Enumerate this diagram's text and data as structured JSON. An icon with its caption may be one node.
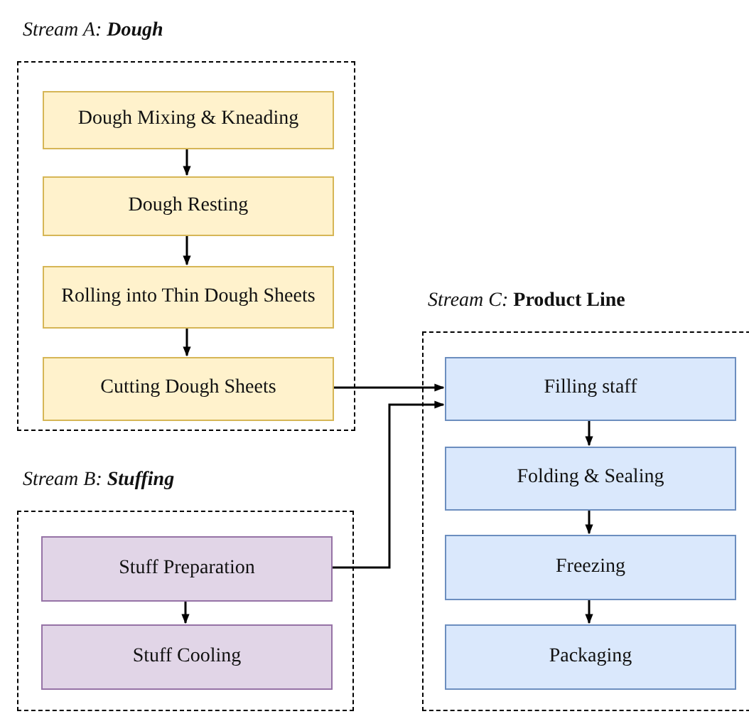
{
  "diagram": {
    "nodes": [
      {
        "text": [
          "Stream A: **Dough**"
        ]
      },
      {
        "text": [
          "Dough Mixing & Kneading"
        ],
        "in": 0
      },
      {
        "text": [
          "Dough Resting"
        ],
        "in": 0
      },
      {
        "text": [
          "Rolling into Thin Dough Sheets"
        ],
        "in": 0
      },
      {
        "text": [
          "Cutting Dough Sheets"
        ],
        "in": 0
      },
      {
        "text": [
          "Stream B: **Stuffing**"
        ]
      },
      {
        "text": [
          "Stuff Preparation"
        ],
        "in": 5
      },
      {
        "text": [
          "Stuff Cooling"
        ],
        "in": 5
      },
      {
        "text": [
          "*Stream C:* **Product Line**"
        ]
      },
      {
        "text": [
          "Filling staff"
        ],
        "in": 8
      },
      {
        "text": [
          "Folding & Sealing"
        ],
        "in": 8
      },
      {
        "text": [
          "Freezing"
        ],
        "in": 8
      },
      {
        "text": [
          "Packaging"
        ],
        "in": 8
      }
    ],
    "edges": [
      {
        "from": 1,
        "to": 2,
        "arrow": "to"
      },
      {
        "from": 2,
        "to": 3,
        "arrow": "to"
      },
      {
        "from": 3,
        "to": 4,
        "arrow": "to"
      },
      {
        "from": 4,
        "to": 9,
        "arrow": "to"
      },
      {
        "from": 6,
        "to": 7,
        "arrow": "to"
      },
      {
        "from": 6,
        "to": 9,
        "arrow": "to"
      },
      {
        "from": 9,
        "to": 10,
        "arrow": "to"
      },
      {
        "from": 10,
        "to": 11,
        "arrow": "to"
      },
      {
        "from": 11,
        "to": 12,
        "arrow": "to"
      }
    ]
  }
}
